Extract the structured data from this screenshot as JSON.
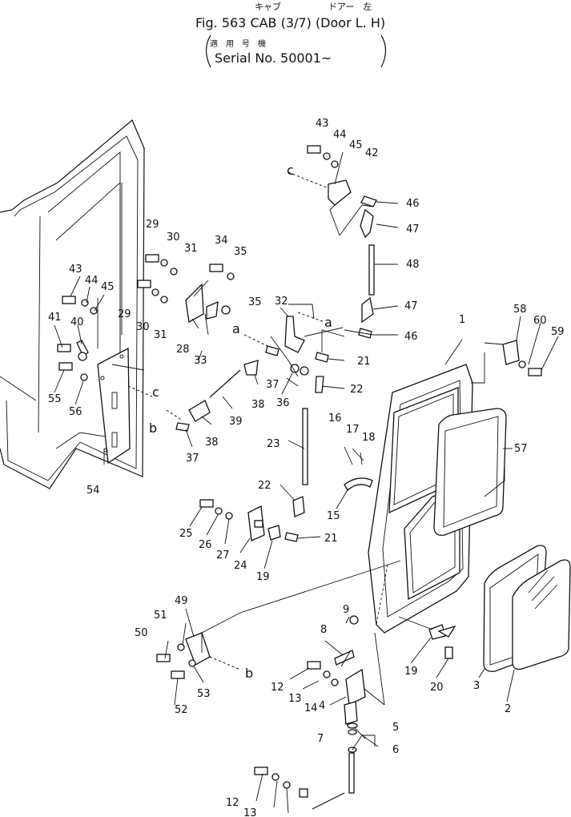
{
  "header": {
    "jp_line1_left": "キャブ",
    "jp_line1_right": "ドアー　左",
    "title": "Fig. 563 CAB (3/7) (Door L. H)",
    "jp_line2": "適　用　号　機",
    "serial": "Serial No. 50001~"
  },
  "callouts": {
    "p1": "1",
    "p2": "2",
    "p3": "3",
    "p4": "4",
    "p5": "5",
    "p6": "6",
    "p7": "7",
    "p8": "8",
    "p9": "9",
    "p12a": "12",
    "p12b": "12",
    "p13a": "13",
    "p13b": "13",
    "p14": "14",
    "p15": "15",
    "p16": "16",
    "p17": "17",
    "p18": "18",
    "p19a": "19",
    "p19b": "19",
    "p20": "20",
    "p21a": "21",
    "p21b": "21",
    "p22a": "22",
    "p22b": "22",
    "p23": "23",
    "p24": "24",
    "p25": "25",
    "p26": "26",
    "p27": "27",
    "p28": "28",
    "p29a": "29",
    "p29b": "29",
    "p30a": "30",
    "p30b": "30",
    "p31a": "31",
    "p31b": "31",
    "p32": "32",
    "p33": "33",
    "p34": "34",
    "p35a": "35",
    "p35b": "35",
    "p36": "36",
    "p37a": "37",
    "p37b": "37",
    "p38a": "38",
    "p38b": "38",
    "p39": "39",
    "p40": "40",
    "p41": "41",
    "p42": "42",
    "p43a": "43",
    "p43b": "43",
    "p44a": "44",
    "p44b": "44",
    "p45a": "45",
    "p45b": "45",
    "p46a": "46",
    "p46b": "46",
    "p47a": "47",
    "p47b": "47",
    "p48": "48",
    "p49": "49",
    "p50": "50",
    "p51": "51",
    "p52": "52",
    "p53": "53",
    "p54": "54",
    "p55": "55",
    "p56": "56",
    "p57": "57",
    "p58": "58",
    "p59": "59",
    "p60": "60"
  },
  "refs": {
    "a1": "a",
    "a2": "a",
    "b1": "b",
    "b2": "b",
    "c1": "c",
    "c2": "c"
  }
}
